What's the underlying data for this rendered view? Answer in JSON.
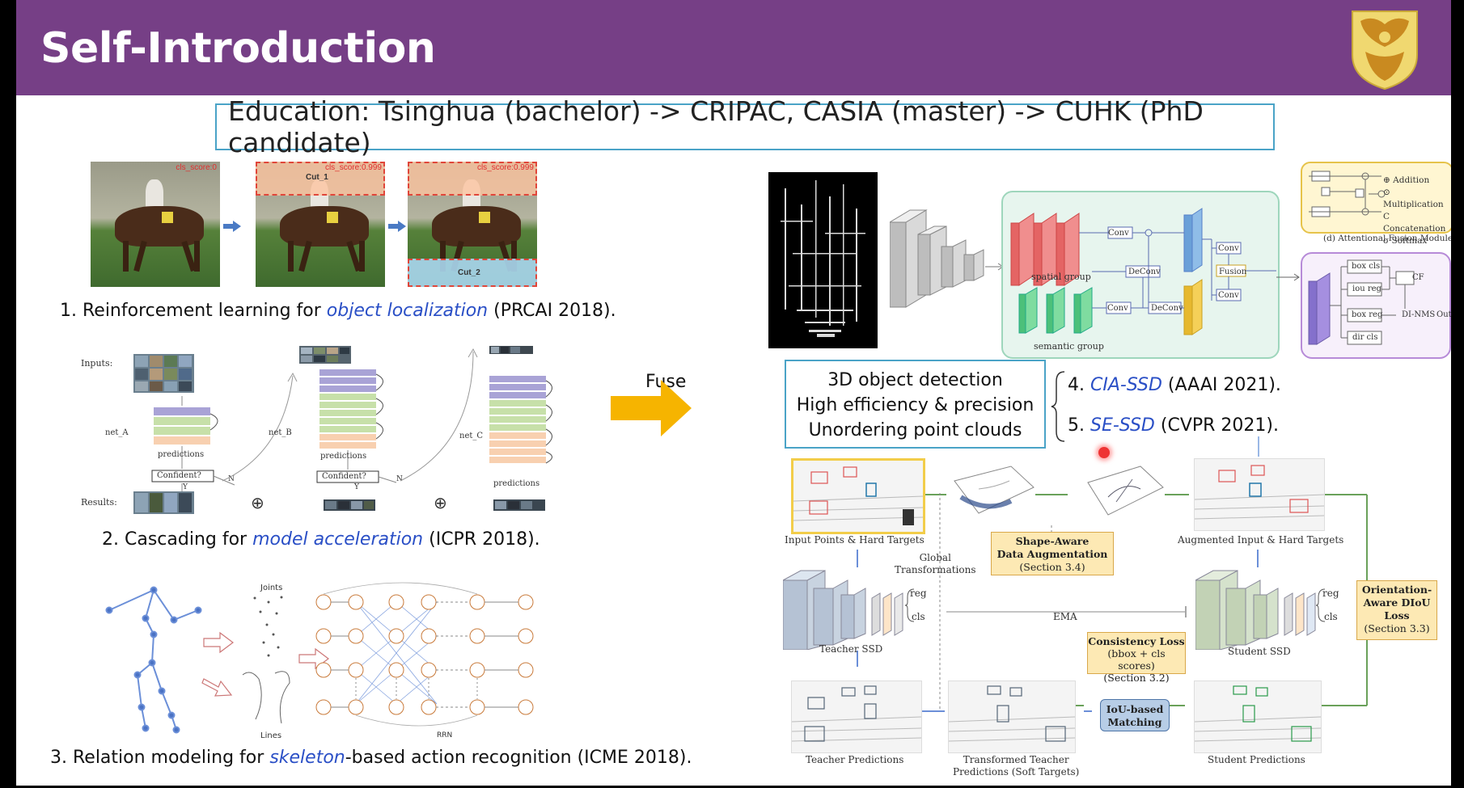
{
  "slide": {
    "title": "Self-Introduction",
    "education": "Education: Tsinghua (bachelor) -> CRIPAC, CASIA (master) -> CUHK (PhD candidate)"
  },
  "left": {
    "item1": {
      "prefix": "1. Reinforcement learning for ",
      "emph": "object localization",
      "suffix": " (PRCAI 2018)."
    },
    "item2": {
      "prefix": "2. Cascading for ",
      "emph": "model acceleration",
      "suffix": " (ICPR 2018)."
    },
    "item3": {
      "prefix": "3. Relation modeling for ",
      "emph": "skeleton",
      "suffix": "-based action recognition (ICME 2018)."
    },
    "fig1": {
      "cut1": "Cut_1",
      "cut2": "Cut_2",
      "score1": "cls_score:0.999",
      "score2": "cls_score:0.999",
      "score0": "cls_score:0"
    },
    "fig2": {
      "inputs": "Inputs:",
      "results": "Results:",
      "net_a": "net_A",
      "net_b": "net_B",
      "net_c": "net_C",
      "predictions": "predictions",
      "confident": "Confident?",
      "y": "Y",
      "n": "N"
    },
    "fig3": {
      "joints": "Joints",
      "lines": "Lines",
      "rrn": "RRN"
    }
  },
  "center": {
    "fuse": "Fuse",
    "box_lines": [
      "3D object detection",
      "High efficiency & precision",
      "Unordering point clouds"
    ]
  },
  "right": {
    "item4": {
      "prefix": "4. ",
      "emph": "CIA-SSD",
      "suffix": " (AAAI 2021)."
    },
    "item5": {
      "prefix": "5. ",
      "emph": "SE-SSD",
      "suffix": " (CVPR 2021)."
    },
    "cia": {
      "conv": "Conv",
      "deconv": "DeConv",
      "fusion": "Fusion",
      "spatial": "spatial group",
      "semantic": "semantic group",
      "legend": [
        "Addition",
        "Multiplication",
        "Concatenation",
        "Softmax"
      ],
      "legend_sym": [
        "⊕",
        "⊙",
        "C",
        "σ"
      ],
      "afm_caption": "(d) Attentional Fusion Module",
      "head": [
        "box cls",
        "iou reg",
        "box reg",
        "dir cls"
      ],
      "cf": "CF",
      "dinms": "DI-NMS",
      "output": "Output"
    },
    "se": {
      "input_pts": "Input Points & Hard Targets",
      "augmented": "Augmented Input & Hard Targets",
      "global_tf": "Global\nTransformations",
      "shape_aug": [
        "Shape-Aware",
        "Data Augmentation",
        "(Section 3.4)"
      ],
      "teacher_ssd": "Teacher SSD",
      "student_ssd": "Student SSD",
      "ema": "EMA",
      "reg": "reg",
      "cls": "cls",
      "consistency": [
        "Consistency Loss",
        "(bbox + cls scores)",
        "(Section 3.2)"
      ],
      "iou_match": [
        "IoU-based",
        "Matching"
      ],
      "orientation": [
        "Orientation-",
        "Aware DIoU",
        "Loss",
        "(Section 3.3)"
      ],
      "teacher_pred": "Teacher Predictions",
      "transformed": [
        "Transformed Teacher",
        "Predictions (Soft Targets)"
      ],
      "student_pred": "Student Predictions"
    }
  },
  "colors": {
    "header": "#763f86",
    "accent_blue": "#2a4fc6",
    "box_border": "#4aa3c7",
    "fuse_arrow": "#f6b400"
  }
}
